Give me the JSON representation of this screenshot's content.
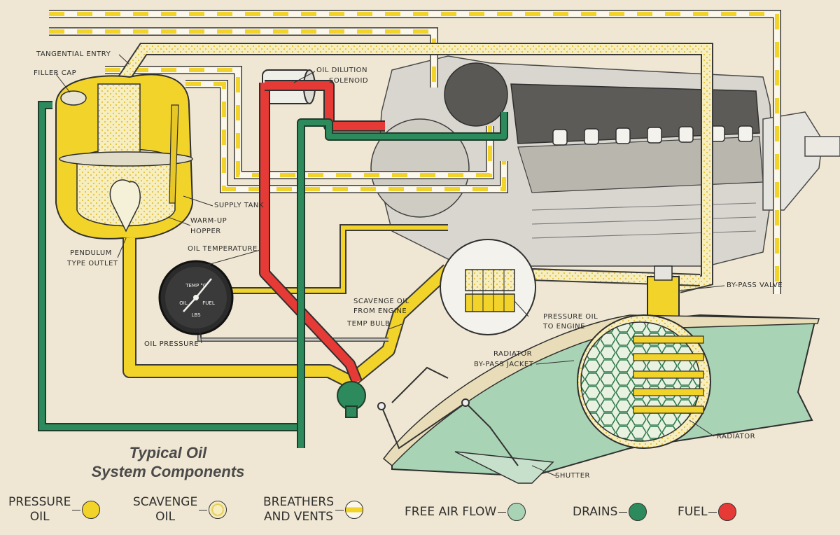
{
  "title": "Typical Oil System Components",
  "title_lines": [
    "Typical Oil",
    "System Components"
  ],
  "labels": {
    "tangential_entry": "TANGENTIAL ENTRY",
    "filler_cap": "FILLER CAP",
    "oil_dilution_1": "OIL DILUTION",
    "oil_dilution_2": "SOLENOID",
    "supply_tank": "SUPPLY TANK",
    "warm_up_1": "WARM-UP",
    "warm_up_2": "HOPPER",
    "pendulum_1": "PENDULUM",
    "pendulum_2": "TYPE OUTLET",
    "oil_temperature": "OIL TEMPERATURE",
    "oil_pressure": "OIL PRESSURE",
    "scavenge_1": "SCAVENGE OIL",
    "scavenge_2": "FROM ENGINE",
    "temp_bulb": "TEMP BULB",
    "pressure_oil_1": "PRESSURE OIL",
    "pressure_oil_2": "TO ENGINE",
    "bypass_valve": "BY-PASS VALVE",
    "radiator_bypass_1": "RADIATOR",
    "radiator_bypass_2": "BY-PASS JACKET",
    "radiator": "RADIATOR",
    "shutter": "SHUTTER"
  },
  "gauge": {
    "top_label": "TEMP °C",
    "left_label": "OIL",
    "right_label": "FUEL",
    "bottom_label": "LBS"
  },
  "legend": [
    {
      "lines": [
        "PRESSURE",
        "OIL"
      ],
      "swatch": "pressure"
    },
    {
      "lines": [
        "SCAVENGE",
        "OIL"
      ],
      "swatch": "scavenge"
    },
    {
      "lines": [
        "BREATHERS",
        "AND VENTS"
      ],
      "swatch": "breathers"
    },
    {
      "lines": [
        "FREE AIR FLOW"
      ],
      "swatch": "air"
    },
    {
      "lines": [
        "DRAINS"
      ],
      "swatch": "drains"
    },
    {
      "lines": [
        "FUEL"
      ],
      "swatch": "fuel"
    }
  ],
  "colors": {
    "pressure_oil": "#f2d32a",
    "scavenge_oil": "#f6edc0",
    "breathers": "#f2d32a",
    "free_air": "#a9d3b5",
    "drains": "#2c8a5c",
    "fuel": "#e53a35",
    "background": "#efe7d3"
  }
}
